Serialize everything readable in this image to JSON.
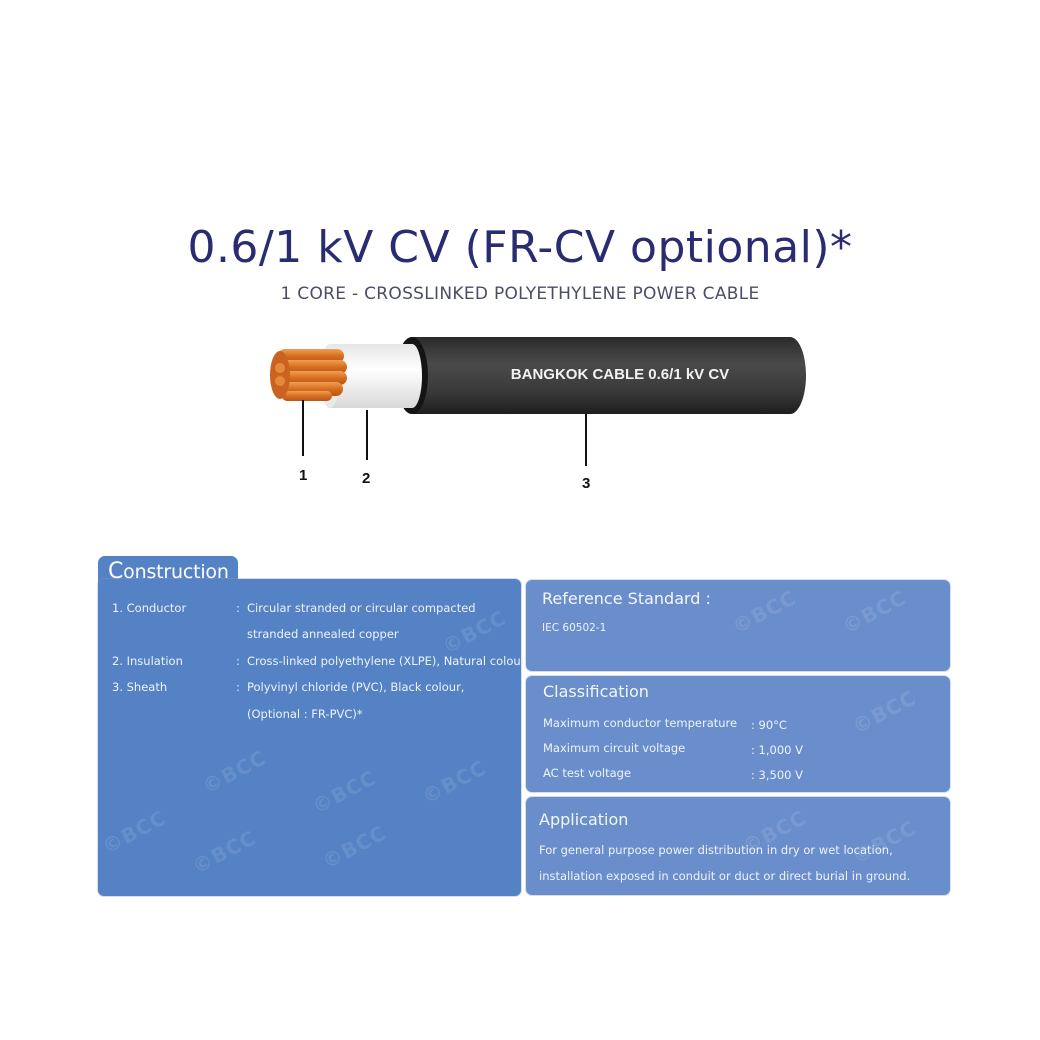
{
  "header": {
    "title": "0.6/1 kV CV (FR-CV optional)*",
    "subtitle": "1 CORE - CROSSLINKED POLYETHYLENE POWER CABLE"
  },
  "cable": {
    "print_text": "BANGKOK CABLE 0.6/1 kV CV",
    "callouts": [
      "1",
      "2",
      "3"
    ],
    "colors": {
      "copper": "#d9742a",
      "insulation": "#f1f1f1",
      "sheath": "#3a3a3a"
    }
  },
  "construction": {
    "title_initial": "C",
    "title_rest": "onstruction",
    "rows": [
      {
        "key": "1. Conductor",
        "colon": ":",
        "lines": [
          "Circular stranded or circular compacted",
          "stranded annealed copper"
        ]
      },
      {
        "key": "2. Insulation",
        "colon": ":",
        "lines": [
          "Cross-linked polyethylene (XLPE), Natural colour"
        ]
      },
      {
        "key": "3. Sheath",
        "colon": ":",
        "lines": [
          "Polyvinyl chloride (PVC), Black colour,",
          "(Optional : FR-PVC)*"
        ]
      }
    ]
  },
  "reference": {
    "title": "Reference Standard :",
    "value": "IEC 60502-1"
  },
  "classification": {
    "title": "Classification",
    "rows": [
      {
        "label": "Maximum conductor temperature",
        "value": ": 90°C"
      },
      {
        "label": "Maximum circuit voltage",
        "value": ": 1,000 V"
      },
      {
        "label": "AC test voltage",
        "value": ": 3,500 V"
      }
    ]
  },
  "application": {
    "title": "Application",
    "lines": [
      "For general purpose power distribution in dry or wet location,",
      "installation exposed in conduit or duct or direct burial in ground."
    ]
  },
  "watermark": "©BCC",
  "colors": {
    "title": "#2a2c72",
    "construction_panel": "#5482c4",
    "side_panels": "#6a8ecb"
  }
}
